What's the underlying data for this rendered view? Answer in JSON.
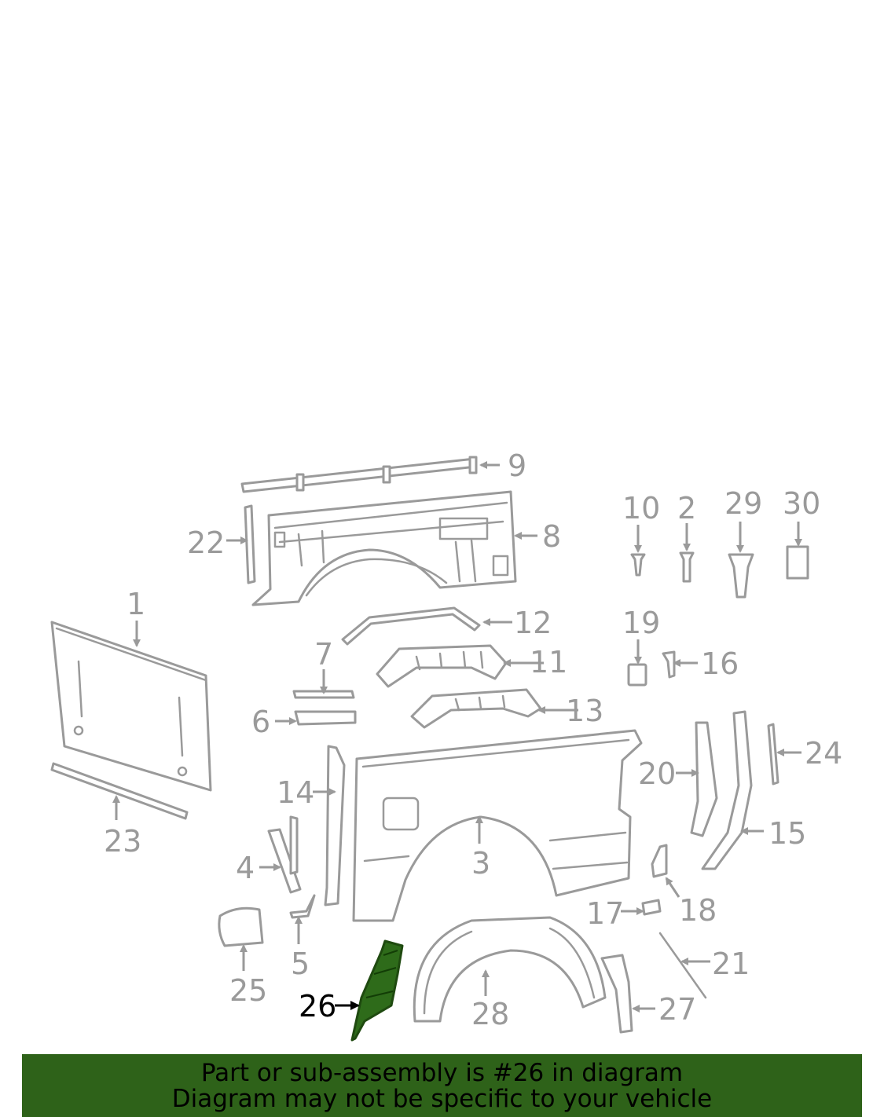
{
  "diagram": {
    "labels": {
      "p1": "1",
      "p2": "2",
      "p3": "3",
      "p4": "4",
      "p5": "5",
      "p6": "6",
      "p7": "7",
      "p8": "8",
      "p9": "9",
      "p10": "10",
      "p11": "11",
      "p12": "12",
      "p13": "13",
      "p14": "14",
      "p15": "15",
      "p16": "16",
      "p17": "17",
      "p18": "18",
      "p19": "19",
      "p20": "20",
      "p21": "21",
      "p22": "22",
      "p23": "23",
      "p24": "24",
      "p25": "25",
      "p26": "26",
      "p27": "27",
      "p28": "28",
      "p29": "29",
      "p30": "30"
    },
    "highlighted_part": "26",
    "colors": {
      "highlight": "#2e6b1a",
      "line": "#9a9a9a",
      "banner": "#2e6219"
    }
  },
  "banner": {
    "line1": "Part or sub-assembly is #26 in diagram",
    "line2": "Diagram may not be specific to your vehicle"
  }
}
